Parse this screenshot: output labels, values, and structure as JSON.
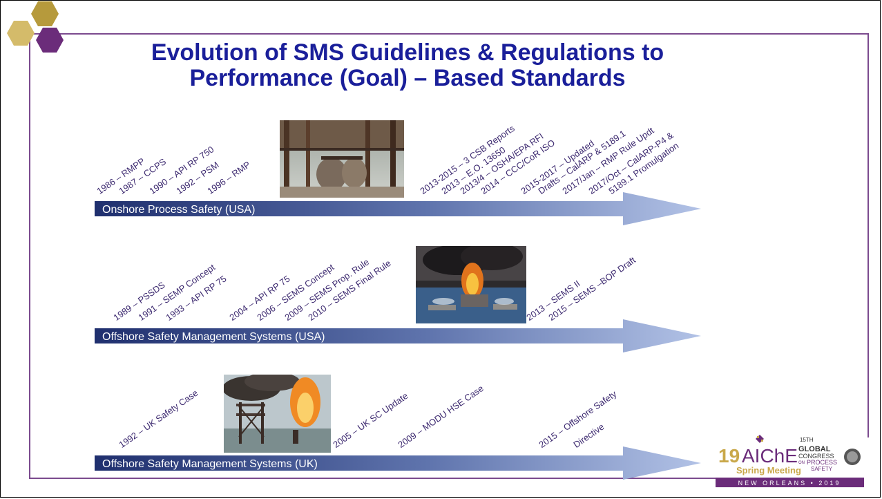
{
  "title": {
    "line1": "Evolution of SMS Guidelines & Regulations to",
    "line2": "Performance (Goal) – Based Standards"
  },
  "tracks": [
    {
      "arrow_label": "Onshore Process Safety (USA)",
      "milestones": [
        "1986 – RMPP",
        "1987 – CCPS",
        "1990 – API RP 750",
        "1992 – PSM",
        "1996 – RMP",
        "2013-2015 – 3 CSB Reports",
        "2013 – E.O. 13650",
        "2013/4 – OSHA/EPA RFI",
        "2014 – CCC/CoR ISO",
        "2015-2017 – Updated",
        "Drafts – CalARP & 5189.1",
        "2017/Jan – RMP Rule Updt",
        "2017/Oct – CalARP-P4 &",
        "5189.1 Promulgation"
      ]
    },
    {
      "arrow_label": "Offshore Safety Management Systems (USA)",
      "milestones": [
        "1989 – PSSDS",
        "1991 – SEMP Concept",
        "1993 – API RP 75",
        "2004 – API RP 75",
        "2006 – SEMS Concept",
        "2009 – SEMS Prop. Rule",
        "2010 – SEMS Final Rule",
        "2013 – SEMS II",
        "2015 – SEMS –BOP Draft"
      ]
    },
    {
      "arrow_label": "Offshore Safety Management Systems (UK)",
      "milestones": [
        "1992 – UK Safety Case",
        "2005 – UK SC Update",
        "2009 – MODU HSE Case",
        "2015 – Offshore Safety",
        "Directive"
      ]
    }
  ],
  "logo": {
    "number": "19",
    "brand": "AIChE",
    "event": "Spring Meeting",
    "edition": "15TH",
    "congress_line1": "GLOBAL",
    "congress_line2": "CONGRESS",
    "congress_on": "ON",
    "congress_line3": "PROCESS",
    "congress_line4": "SAFETY",
    "location": "NEW ORLEANS • 2019"
  },
  "colors": {
    "title": "#1a1f9a",
    "accent_purple": "#6b2c7a",
    "hex_gold": "#c9a84a",
    "arrow_dark": "#1f2f6e",
    "arrow_light": "#a9b9e0",
    "label_text": "#3d2a70"
  }
}
